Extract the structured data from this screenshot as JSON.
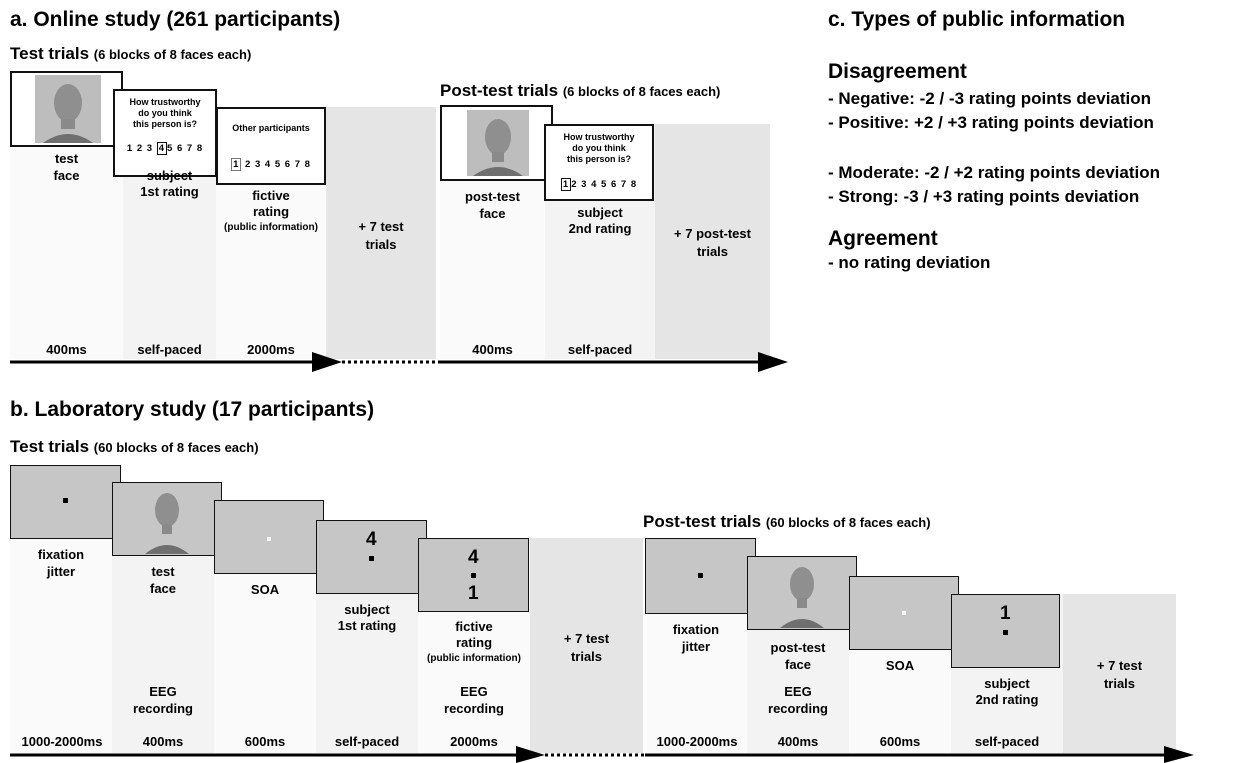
{
  "panel_a": {
    "title": "a. Online study (261 participants)",
    "test_trials_label": "Test trials",
    "test_trials_sub": "(6 blocks of 8 faces each)",
    "post_trials_label": "Post-test trials",
    "post_trials_sub": "(6 blocks of 8 faces each)",
    "question_lines": [
      "How trustworthy",
      "do you think",
      "this person is?"
    ],
    "scale_digits": [
      "1",
      "2",
      "3",
      "4",
      "5",
      "6",
      "7",
      "8"
    ],
    "other_participants": "Other participants",
    "stages": {
      "test_face": [
        "test",
        "face"
      ],
      "subject_rating": "subject",
      "first_rating": "1st rating",
      "fictive": [
        "fictive",
        "rating"
      ],
      "public_info": "(public information)",
      "plus_test": [
        "+ 7 test",
        "trials"
      ],
      "post_face": [
        "post-test",
        "face"
      ],
      "second_rating": "2nd rating",
      "plus_post": [
        "+ 7 post-test",
        "trials"
      ]
    },
    "times": [
      "400ms",
      "self-paced",
      "2000ms",
      "400ms",
      "self-paced"
    ]
  },
  "panel_b": {
    "title": "b. Laboratory study (17 participants)",
    "test_trials_label": "Test trials",
    "test_trials_sub": "(60 blocks of 8 faces each)",
    "post_trials_label": "Post-test trials",
    "post_trials_sub": "(60 blocks of 8 faces each)",
    "rating_digit": "4",
    "fictive_digit": "1",
    "post_rating_digit": "1",
    "stages": {
      "fixation": [
        "fixation",
        "jitter"
      ],
      "test_face": [
        "test",
        "face"
      ],
      "soa": "SOA",
      "subject": "subject",
      "first_rating": "1st rating",
      "fictive": [
        "fictive",
        "rating"
      ],
      "public_info": "(public information)",
      "eeg": [
        "EEG",
        "recording"
      ],
      "plus_test": [
        "+ 7 test",
        "trials"
      ],
      "post_face": [
        "post-test",
        "face"
      ],
      "second_rating": "2nd rating"
    },
    "times": [
      "1000-2000ms",
      "400ms",
      "600ms",
      "self-paced",
      "2000ms",
      "1000-2000ms",
      "400ms",
      "600ms",
      "self-paced"
    ]
  },
  "panel_c": {
    "title": "c. Types of public information",
    "disagreement_heading": "Disagreement",
    "disagreement_items": [
      "- Negative: -2 / -3 rating points deviation",
      "- Positive: +2 / +3 rating points deviation",
      "- Moderate: -2 / +2 rating points deviation",
      "- Strong: -3 / +3 rating points deviation"
    ],
    "agreement_heading": "Agreement",
    "agreement_items": [
      "- no rating deviation"
    ]
  },
  "colors": {
    "stage_light": "#fafafa",
    "stage_mid": "#f3f3f3",
    "stage_gray": "#e5e5e5",
    "screen_gray": "#c6c6c6"
  },
  "icons": [
    "face-icon",
    "fixation-dot-icon",
    "timeline-arrow-icon"
  ]
}
